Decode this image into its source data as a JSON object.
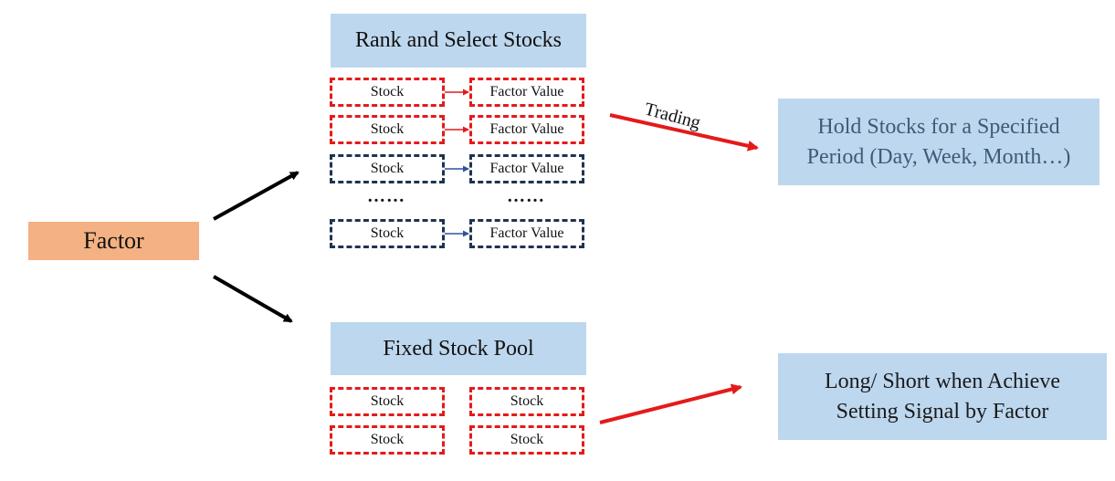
{
  "factor": {
    "label": "Factor"
  },
  "rank_select": {
    "header": "Rank and Select Stocks",
    "rows": [
      {
        "stock": "Stock",
        "value": "Factor Value",
        "style": "red"
      },
      {
        "stock": "Stock",
        "value": "Factor Value",
        "style": "red"
      },
      {
        "stock": "Stock",
        "value": "Factor Value",
        "style": "navy"
      },
      {
        "stock": "Stock",
        "value": "Factor Value",
        "style": "navy"
      }
    ],
    "ellipsis_left": "……",
    "ellipsis_right": "……"
  },
  "fixed_pool": {
    "header": "Fixed Stock Pool",
    "cells": [
      "Stock",
      "Stock",
      "Stock",
      "Stock"
    ]
  },
  "trading_label": "Trading",
  "hold": {
    "line1": "Hold Stocks for a Specified",
    "line2": "Period (Day, Week, Month…)"
  },
  "long_short": {
    "line1": "Long/ Short when Achieve",
    "line2": "Setting Signal by Factor"
  },
  "colors": {
    "factor_fill": "#f4b183",
    "header_fill": "#bdd7ee",
    "selected_border": "#e41a1a",
    "other_border": "#1f3350",
    "arrow_black": "#000000",
    "arrow_red": "#e41a1a",
    "small_arrow_blue": "#2f5597"
  }
}
